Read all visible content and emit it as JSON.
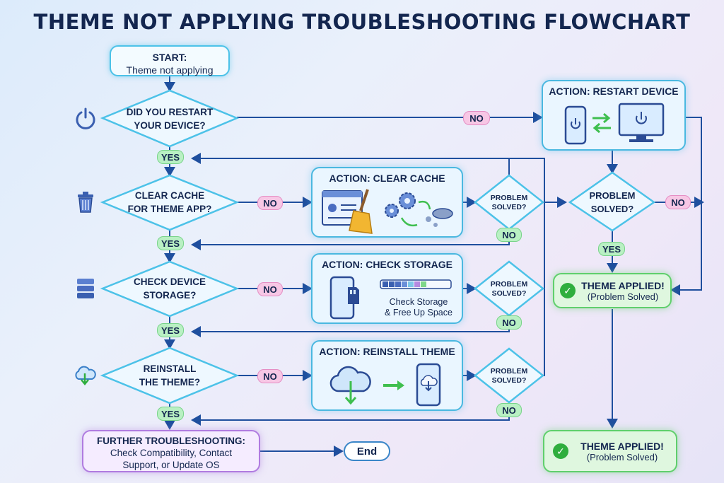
{
  "title": "THEME NOT APPLYING TROUBLESHOOTING FLOWCHART",
  "start": {
    "label": "START:",
    "text": "Theme not applying"
  },
  "decisions": {
    "restart": {
      "line1": "DID YOU RESTART",
      "line2": "YOUR DEVICE?"
    },
    "cache": {
      "line1": "CLEAR CACHE",
      "line2": "FOR THEME APP?"
    },
    "storage": {
      "line1": "CHECK DEVICE",
      "line2": "STORAGE?"
    },
    "reinstall": {
      "line1": "REINSTALL",
      "line2": "THE THEME?"
    }
  },
  "actions": {
    "restart": "ACTION: RESTART DEVICE",
    "cache": "ACTION: CLEAR CACHE",
    "storage": "ACTION: CHECK STORAGE",
    "storage_note1": "Check Storage",
    "storage_note2": "& Free Up Space",
    "reinstall": "ACTION: REINSTALL THEME"
  },
  "problem_solved": {
    "line1": "PROBLEM",
    "line2": "SOLVED?"
  },
  "labels": {
    "yes": "YES",
    "no": "NO"
  },
  "applied": {
    "title": "THEME APPLIED!",
    "subtitle": "(Problem Solved)"
  },
  "further": {
    "title": "FURTHER TROUBLESHOOTING:",
    "line1": "Check Compatibility, Contact",
    "line2": "Support, or Update OS"
  },
  "end": "End",
  "icons": [
    "power-icon",
    "trash-icon",
    "server-icon",
    "cloud-download-icon",
    "phone-power-icon",
    "monitor-power-icon",
    "browser-settings-icon",
    "broom-icon",
    "gears-icon",
    "phone-sdcard-icon",
    "storage-bar-icon",
    "cloud-download-large-icon",
    "phone-download-icon",
    "checkmark-icon"
  ],
  "colors": {
    "navy": "#13264f",
    "arrow": "#1f4f9e",
    "cyan": "#4cc2e8",
    "yes_bg": "#b9f0c3",
    "no_bg": "#f7c7e5",
    "success": "#5fcf6c",
    "further": "#b07be0"
  }
}
